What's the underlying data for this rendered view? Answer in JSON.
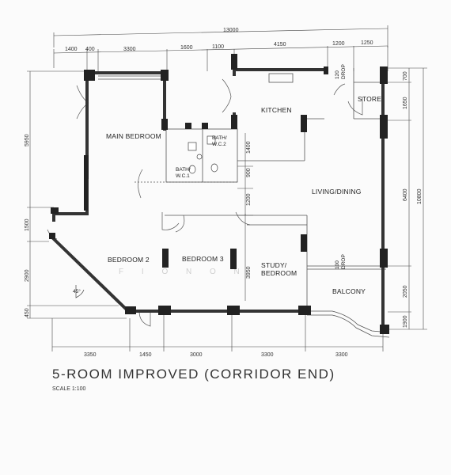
{
  "title": "5-ROOM IMPROVED (CORRIDOR END)",
  "scale": "SCALE  1:100",
  "watermark": "F I O N    O N",
  "rooms": {
    "main_bedroom": "MAIN BEDROOM",
    "bath_wc1_line1": "BATH/",
    "bath_wc1_line2": "W.C.1",
    "bath_wc2_line1": "BATH/",
    "bath_wc2_line2": "W.C.2",
    "kitchen": "KITCHEN",
    "store": "STORE",
    "living_dining": "LIVING/DINING",
    "bedroom2": "BEDROOM 2",
    "bedroom3": "BEDROOM 3",
    "study_line1": "STUDY/",
    "study_line2": "BEDROOM",
    "balcony": "BALCONY",
    "drop_top": "DROP",
    "drop_bottom": "DROP"
  },
  "dimensions": {
    "overall_top": "13000",
    "top": [
      "1400",
      "400",
      "3300",
      "1600",
      "1100",
      "4150",
      "1200",
      "1250"
    ],
    "left": [
      "5950",
      "1500",
      "2900",
      "450"
    ],
    "right": [
      "700",
      "1650",
      "6400",
      "2050",
      "1900"
    ],
    "right_overall": "10800",
    "bottom": [
      "3350",
      "1450",
      "3000",
      "3300",
      "3300"
    ],
    "inner_1400": "1400",
    "inner_900": "900",
    "inner_1200": "1200",
    "inner_3950": "3950",
    "drop_top_val": "120",
    "drop_bottom_val": "100",
    "angle": "45°"
  }
}
